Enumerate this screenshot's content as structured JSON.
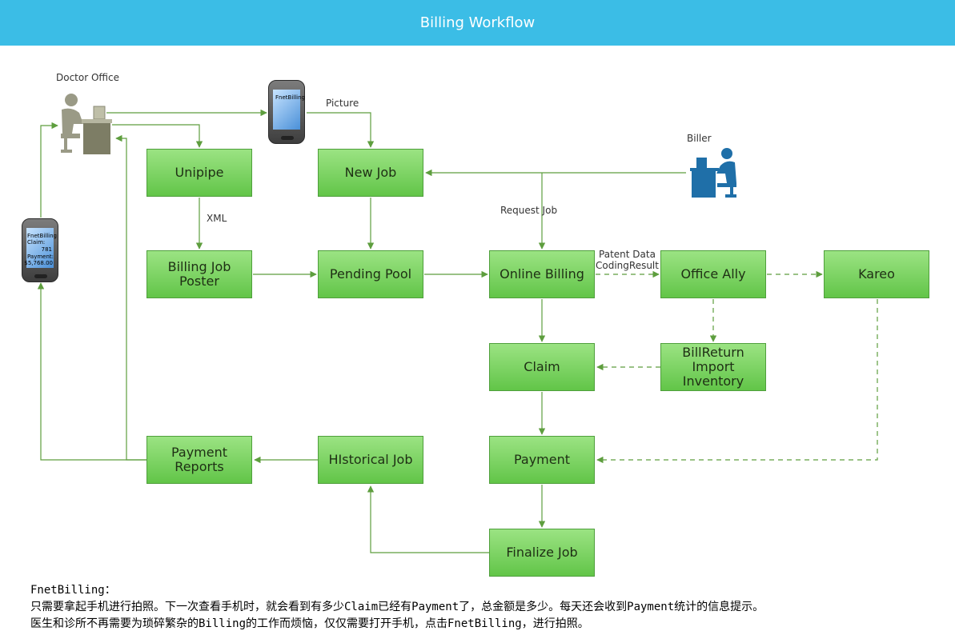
{
  "header": {
    "title": "Billing  Workflow"
  },
  "actors": {
    "doctor": "Doctor Office",
    "biller": "Biller"
  },
  "boxes": {
    "unipipe": "Unipipe",
    "new_job": "New Job",
    "billing_job_poster": "Billing Job\nPoster",
    "pending_pool": "Pending Pool",
    "online_billing": "Online Billing",
    "office_ally": "Office  Ally",
    "kareo": "Kareo",
    "claim": "Claim",
    "bill_return": "BillReturn\nImport Inventory",
    "payment_reports": "Payment\nReports",
    "historical_job": "HIstorical Job",
    "payment": "Payment",
    "finalize_job": "Finalize Job"
  },
  "edge_labels": {
    "picture": "Picture",
    "xml": "XML",
    "request_job": "Request Job",
    "patent_data": "Patent Data\nCodingResult"
  },
  "phones": {
    "top": {
      "app": "FnetBilling"
    },
    "left": {
      "app": "FnetBilling",
      "claim_label": "Claim:",
      "claim_value": "781",
      "payment_label": "Payment:",
      "payment_value": "$5,768.00"
    }
  },
  "notes": {
    "title": "FnetBilling：",
    "line1": "只需要拿起手机进行拍照。下一次查看手机时，就会看到有多少Claim已经有Payment了，总金额是多少。每天还会收到Payment统计的信息提示。",
    "line2": "医生和诊所不再需要为琐碎繁杂的Billing的工作而烦恼，仅仅需要打开手机，点击FnetBilling，进行拍照。"
  },
  "colors": {
    "header": "#3bbde6",
    "box_fill": "#7fd264",
    "connector": "#5e9e3e",
    "biller_icon": "#1f6fa8",
    "doctor_icon": "#9a9a86"
  }
}
